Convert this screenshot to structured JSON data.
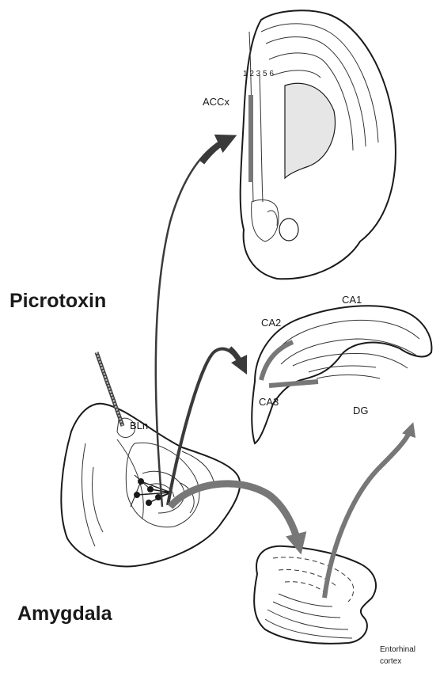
{
  "labels": {
    "picrotoxin": "Picrotoxin",
    "amygdala": "Amygdala",
    "accx": "ACCx",
    "layers": "1 2 3  5   6",
    "bln": "BLn",
    "ca1": "CA1",
    "ca2": "CA2",
    "ca3": "CA3",
    "dg": "DG",
    "entorhinal_line1": "Entorhinal",
    "entorhinal_line2": "cortex"
  },
  "colors": {
    "dark_arrow": "#3a3a3a",
    "grey_arrow": "#777777",
    "ventricle_fill": "#e6e6e6",
    "outline": "#1a1a1a"
  }
}
